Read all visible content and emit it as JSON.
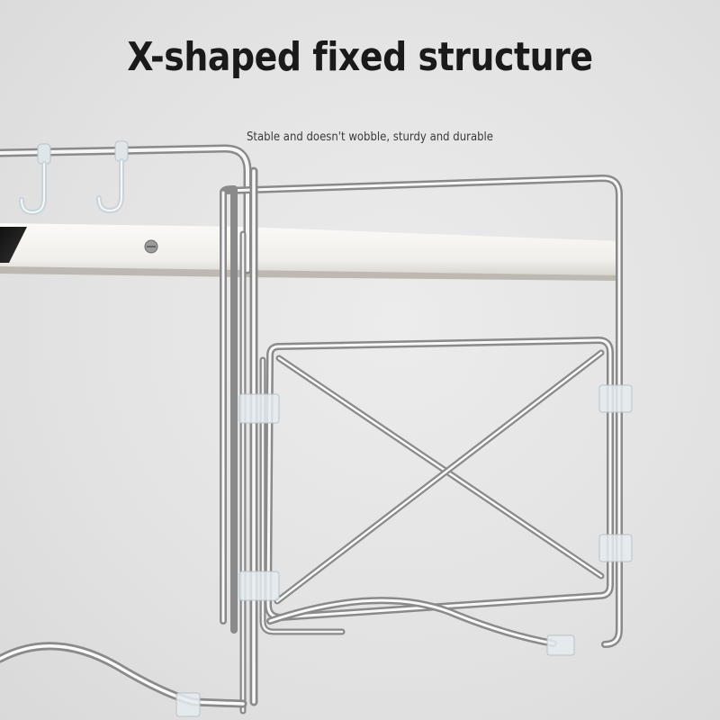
{
  "headline": "X-shaped fixed structure",
  "subline": "Stable and doesn't wobble, sturdy and durable",
  "colors": {
    "background": "#e3e3e3",
    "headline_text": "#1a1a1a",
    "subline_text": "#3a3a3a",
    "chrome_light": "#fafafa",
    "chrome_dark": "#8a8a8a",
    "shelf_panel": "#f4f2ee"
  },
  "product": {
    "name_icon": "chrome-shelf-rack-photo",
    "features": [
      "x-brace",
      "hanging-hooks",
      "shelf-panel",
      "support-clips"
    ]
  }
}
